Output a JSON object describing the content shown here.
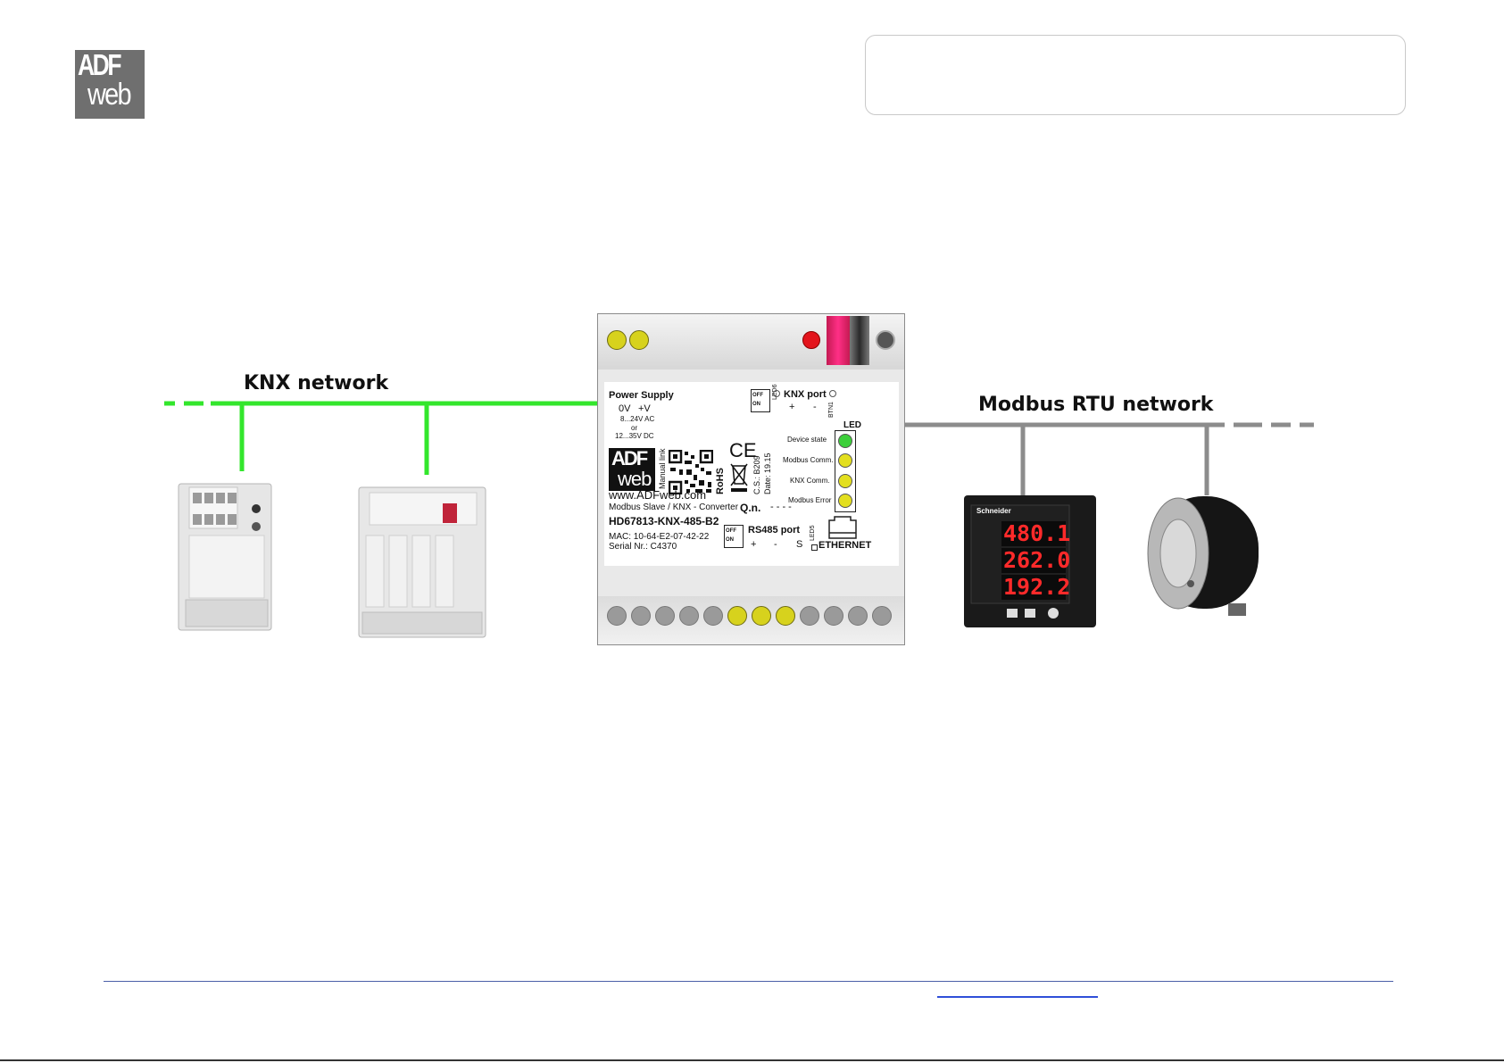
{
  "header": {
    "logo_top": "ADF",
    "logo_bottom": "web"
  },
  "diagram": {
    "knx_network_label": "KNX network",
    "modbus_network_label": "Modbus RTU network",
    "knx_line_color": "#33e62c",
    "modbus_line_color": "#8c8c8c",
    "device": {
      "power_supply": "Power Supply",
      "ov": "0V",
      "plus_v": "+V",
      "ac_range": "8...24V AC",
      "or": "or",
      "dc_range": "12...35V DC",
      "knx_port": "KNX port",
      "knx_plus": "+",
      "knx_minus": "-",
      "led_heading": "LED",
      "led_labels": [
        "Device state",
        "Modbus Comm.",
        "KNX Comm.",
        "Modbus Error"
      ],
      "led6": "LED6",
      "btn1": "BTN1",
      "manual_link": "Manual link",
      "logo_top": "ADF",
      "logo_bottom": "web",
      "ce": "CE",
      "rohs": "RoHS",
      "cs": "C.S.: B209",
      "date": "Date: 19.15",
      "website": "www.ADFweb.com",
      "description": "Modbus Slave / KNX - Converter",
      "model": "HD67813-KNX-485-B2",
      "qn": "Q.n.",
      "qn_value": "- - - -",
      "mac": "MAC: 10-64-E2-07-42-22",
      "serial": "Serial Nr.: C4370",
      "rs485_port": "RS485 port",
      "rs485_terminals": [
        "+",
        "-",
        "S"
      ],
      "led5": "LED5",
      "ethernet": "ETHERNET",
      "switch_off": "OFF",
      "switch_on": "ON",
      "led_colors": [
        "#3ccf3a",
        "#e3df1f",
        "#e3df1f",
        "#e3df1f"
      ]
    },
    "meter_readings": [
      "480.1",
      "262.0",
      "192.2"
    ],
    "meter_brand": "Schneider"
  }
}
